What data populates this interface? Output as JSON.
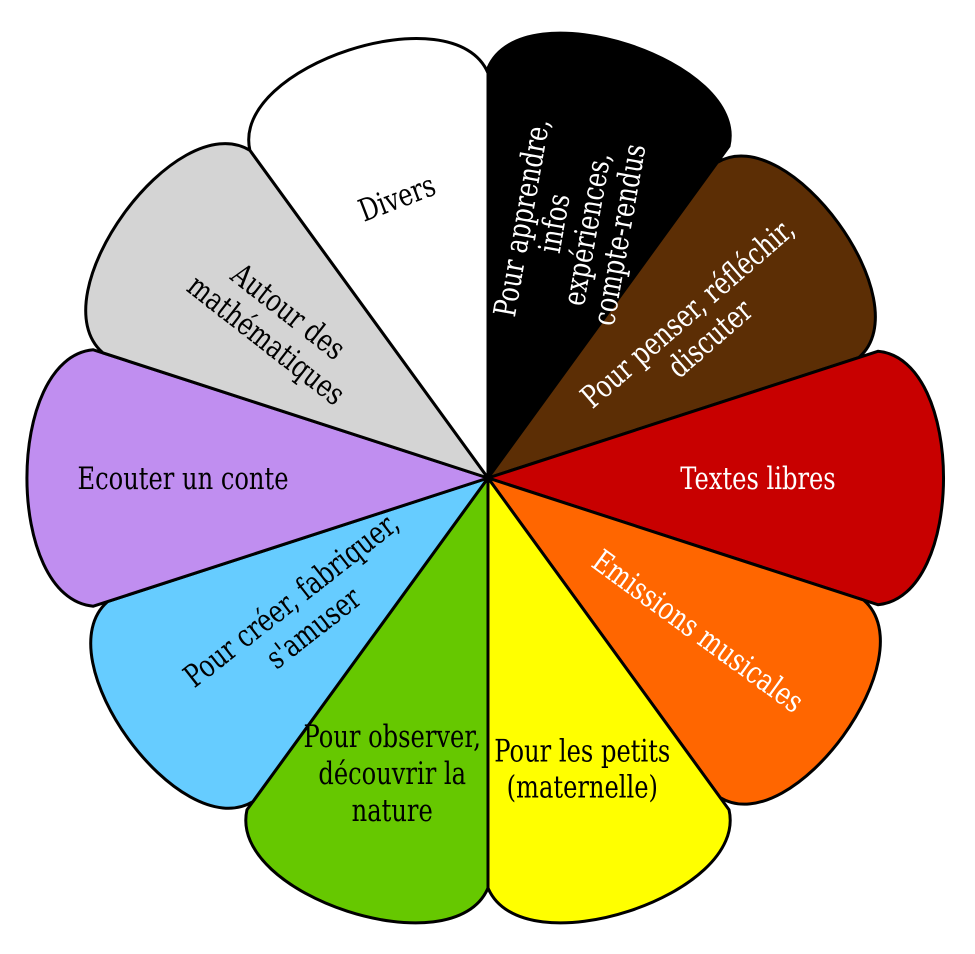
{
  "wheel": {
    "segments": [
      {
        "id": "apprendre",
        "lines": [
          "Pour apprendre,",
          "infos",
          "expériences,",
          "compte-rendus"
        ],
        "color": "#000000",
        "text_color": "#ffffff"
      },
      {
        "id": "penser",
        "lines": [
          "Pour penser, réfléchir,",
          "discuter"
        ],
        "color": "#5c2e05",
        "text_color": "#ffffff"
      },
      {
        "id": "textes-libres",
        "lines": [
          "Textes libres"
        ],
        "color": "#c80000",
        "text_color": "#ffffff"
      },
      {
        "id": "emissions-musicales",
        "lines": [
          "Emissions musicales"
        ],
        "color": "#ff6600",
        "text_color": "#ffffff"
      },
      {
        "id": "petits",
        "lines": [
          "Pour les petits",
          "(maternelle)"
        ],
        "color": "#ffff00",
        "text_color": "#000000"
      },
      {
        "id": "observer",
        "lines": [
          "Pour observer,",
          "découvrir la",
          "nature"
        ],
        "color": "#66c800",
        "text_color": "#000000"
      },
      {
        "id": "creer",
        "lines": [
          "Pour créer, fabriquer,",
          "s'amuser"
        ],
        "color": "#66ccff",
        "text_color": "#000000"
      },
      {
        "id": "conte",
        "lines": [
          "Ecouter un conte"
        ],
        "color": "#c08ef0",
        "text_color": "#000000"
      },
      {
        "id": "mathematiques",
        "lines": [
          "Autour des",
          "mathématiques"
        ],
        "color": "#d4d4d4",
        "text_color": "#000000"
      },
      {
        "id": "divers",
        "lines": [
          "Divers"
        ],
        "color": "#ffffff",
        "text_color": "#000000"
      }
    ]
  }
}
